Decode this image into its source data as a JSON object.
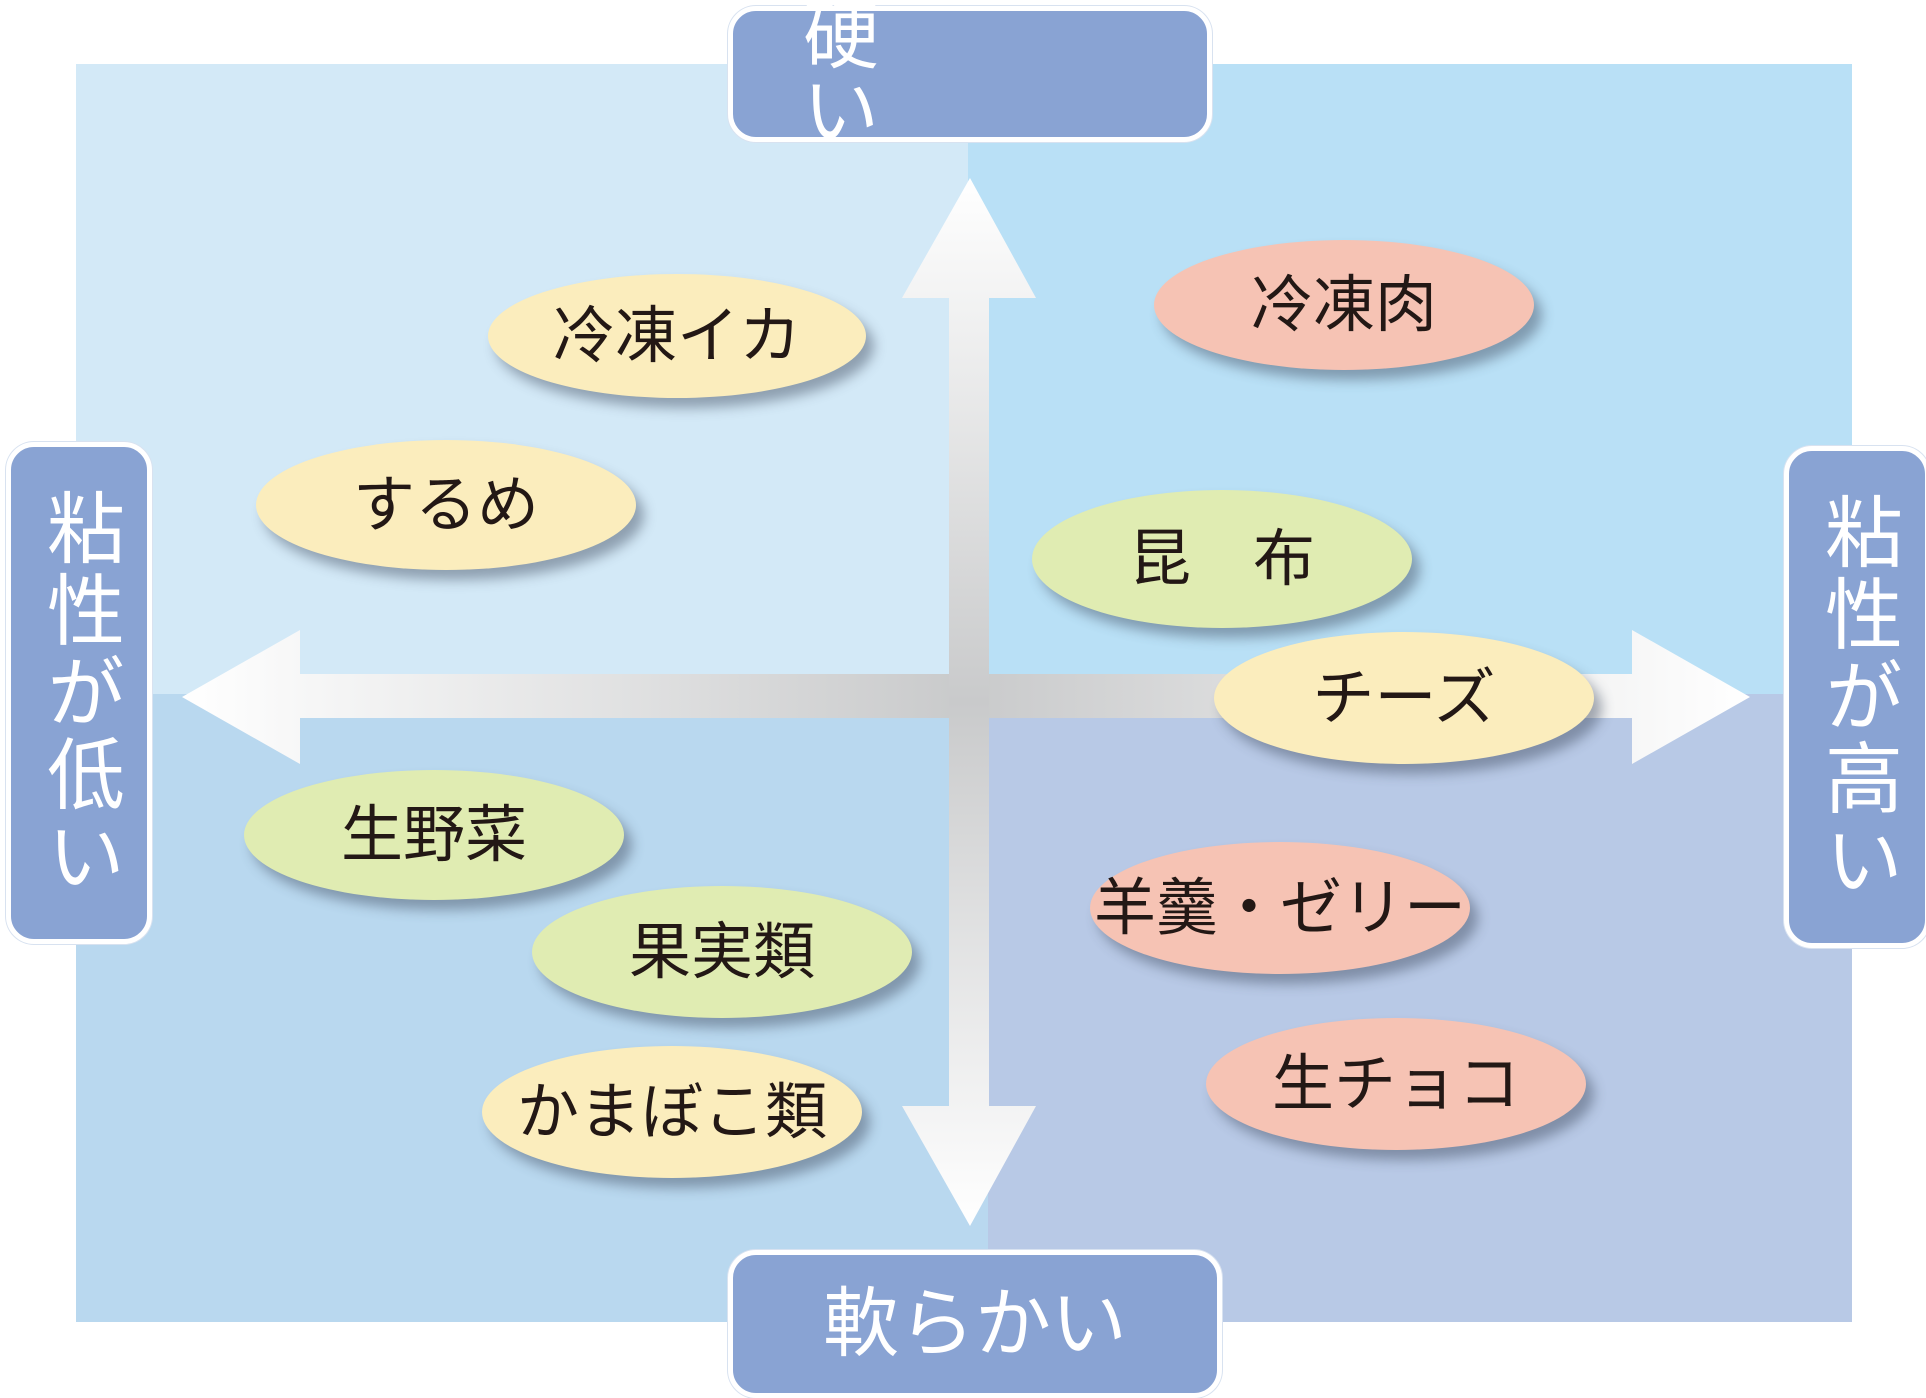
{
  "colors": {
    "quadrant_top_left": "#d3e9f7",
    "quadrant_top_right": "#b9e0f6",
    "quadrant_bottom_left": "#b9d8ef",
    "quadrant_bottom_right": "#b8c9e6",
    "axis_label_box": "#89a3d3",
    "oval_yellow": "#fbedbd",
    "oval_green": "#e0ecb2",
    "oval_pink": "#f6c3b4"
  },
  "axis_labels": {
    "top": "硬　い",
    "bottom": "軟らかい",
    "left": "粘性が低い",
    "right": "粘性が高い"
  },
  "items": [
    {
      "label": "冷凍イカ",
      "color": "yellow"
    },
    {
      "label": "するめ",
      "color": "yellow"
    },
    {
      "label": "冷凍肉",
      "color": "pink"
    },
    {
      "label": "昆　布",
      "color": "green"
    },
    {
      "label": "チーズ",
      "color": "yellow"
    },
    {
      "label": "生野菜",
      "color": "green"
    },
    {
      "label": "果実類",
      "color": "green"
    },
    {
      "label": "かまぼこ類",
      "color": "yellow"
    },
    {
      "label": "羊羹・ゼリー",
      "color": "pink"
    },
    {
      "label": "生チョコ",
      "color": "pink"
    }
  ]
}
